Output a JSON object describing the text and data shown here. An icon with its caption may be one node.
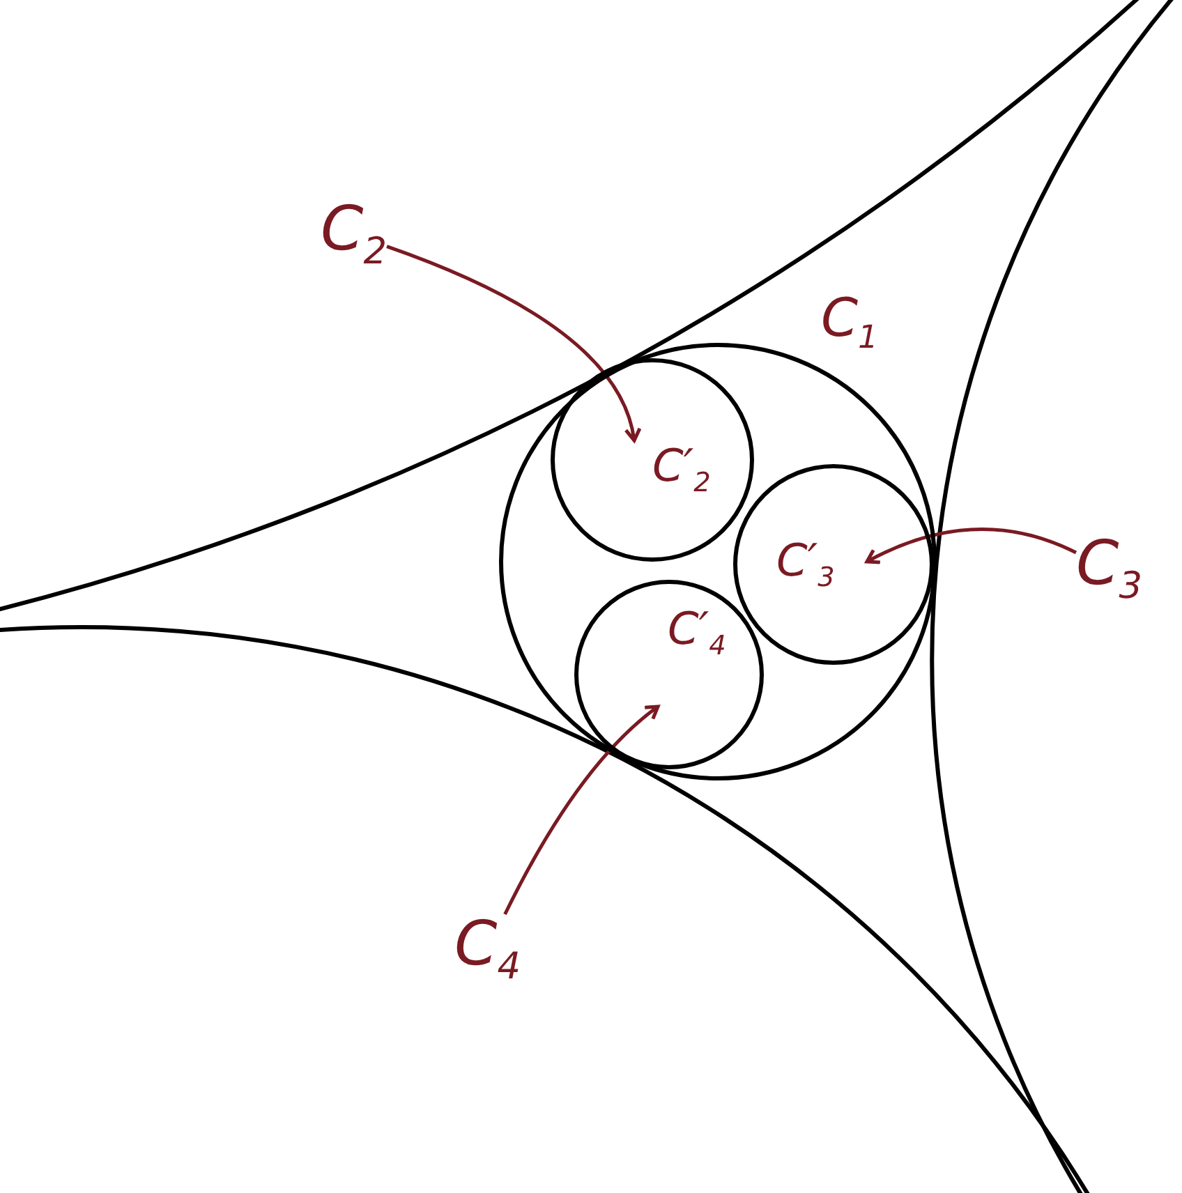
{
  "diagram": {
    "nodes": [
      {
        "text": [
          "C$_{1}$"
        ]
      },
      {
        "text": [
          "C′$_{2}$"
        ],
        "in": 0
      },
      {
        "text": [
          "C′$_{3}$"
        ],
        "in": 0
      },
      {
        "text": [
          "C′$_{4}$"
        ],
        "in": 0
      },
      {
        "text": [
          "C$_{2}$"
        ]
      },
      {
        "text": [
          "C$_{3}$"
        ]
      },
      {
        "text": [
          "C$_{4}$"
        ]
      }
    ],
    "edges": [
      {
        "from": 4,
        "to": 1,
        "arrow": "to",
        "color": "#7a1a22"
      },
      {
        "from": 5,
        "to": 2,
        "arrow": "to",
        "color": "#7a1a22"
      },
      {
        "from": 6,
        "to": 3,
        "arrow": "to",
        "color": "#7a1a22"
      }
    ]
  }
}
